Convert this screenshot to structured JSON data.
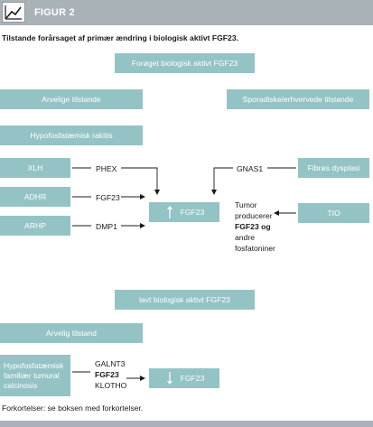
{
  "header": {
    "title": "FIGUR 2",
    "icon": "line-chart-icon"
  },
  "subtitle": "Tilstande forårsaget af primær ændring i biologisk aktivt FGF23.",
  "colors": {
    "box": "#94c3c5",
    "header": "#a9b2b7"
  },
  "top_center": "Forøget biologisk aktivt FGF23",
  "arvelige": "Arvelige tilstande",
  "sporadiske": "Sporadiske/erhvervede tilstande",
  "hypo_rakitis": "Hypofosfatæmisk rakitis",
  "left_boxes": [
    "XLH",
    "ADHR",
    "ARHP"
  ],
  "left_genes": [
    "PHEX",
    "FGF23",
    "DMP1"
  ],
  "right_boxes": {
    "fibros": "Fibrøs dysplasi",
    "tio": "TIO"
  },
  "gnas": "GNAS1",
  "center_up": "FGF23",
  "tumor": {
    "line1": "Tumor",
    "line2": "producerer",
    "line3": "FGF23 og",
    "line4": "andre",
    "line5": "fosfatoniner"
  },
  "lavt": "lavt biologisk aktivt FGF23",
  "arvelig": "Arvelig tilstand",
  "hftc": "Hypofosfatæmisk familiær tumural calcinosis",
  "bottom_genes": [
    "GALNT3",
    "FGF23",
    "KLOTHO"
  ],
  "center_down": "FGF23",
  "footer": "Forkortelser: se boksen med forkortelser."
}
